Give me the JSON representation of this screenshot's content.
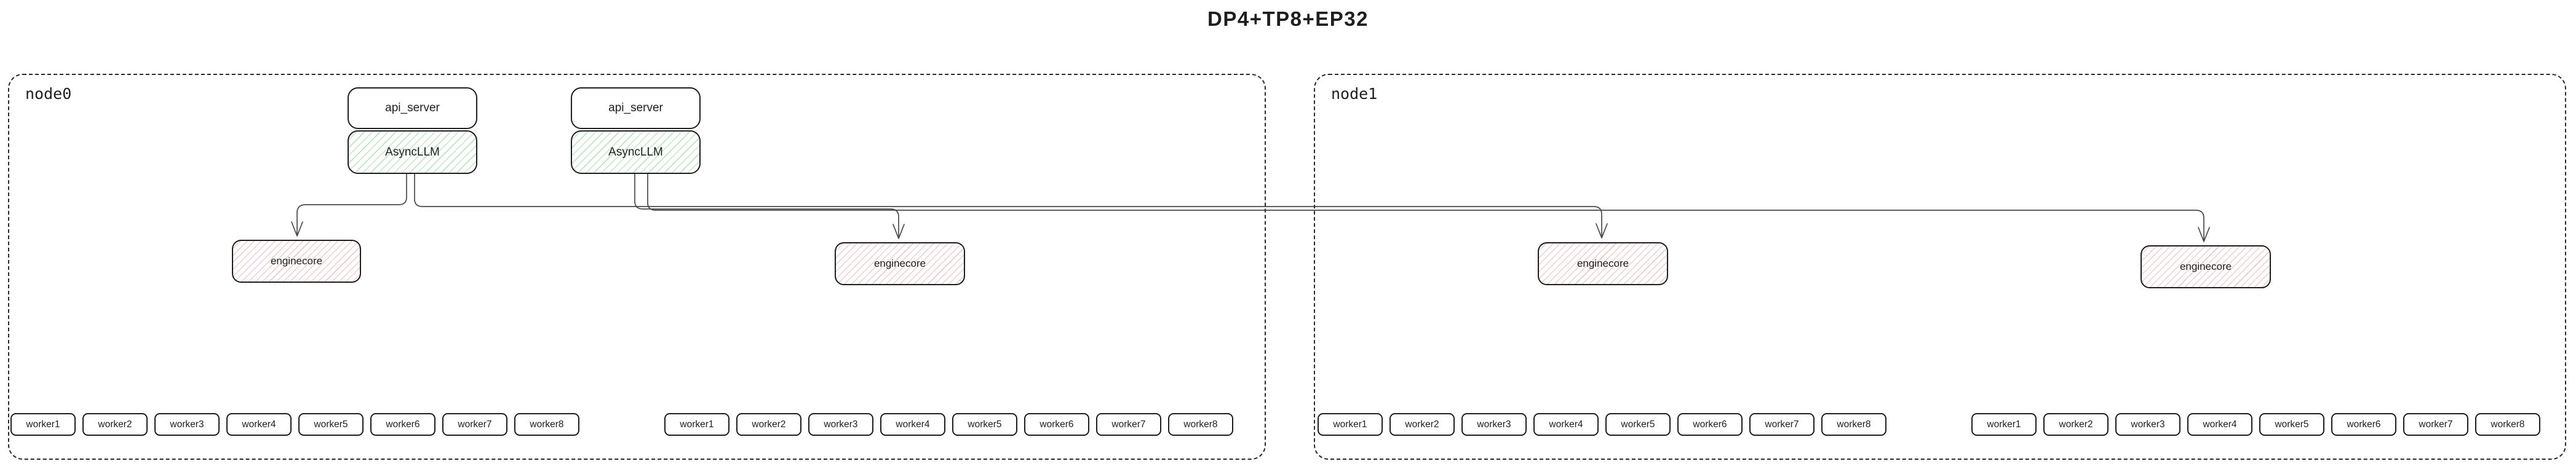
{
  "title": "DP4+TP8+EP32",
  "colors": {
    "stroke": "#1e1e1e",
    "connector": "#4a4a4a",
    "asyncllm_hatch": "#40c057",
    "enginecore_hatch": "#e03131",
    "background": "#ffffff"
  },
  "edges": [
    {
      "from": "AsyncLLM 1 (node0)",
      "to": "enginecore 1 (node0)"
    },
    {
      "from": "AsyncLLM 1 (node0)",
      "to": "enginecore 1 (node1)"
    },
    {
      "from": "AsyncLLM 2 (node0)",
      "to": "enginecore 2 (node0)"
    },
    {
      "from": "AsyncLLM 2 (node0)",
      "to": "enginecore 2 (node1)"
    }
  ],
  "nodes": [
    {
      "label": "node0",
      "servers": [
        {
          "api": "api_server",
          "llm": "AsyncLLM"
        },
        {
          "api": "api_server",
          "llm": "AsyncLLM"
        }
      ],
      "enginecores": [
        "enginecore",
        "enginecore"
      ],
      "worker_groups": [
        {
          "workers": [
            "worker1",
            "worker2",
            "worker3",
            "worker4",
            "worker5",
            "worker6",
            "worker7",
            "worker8"
          ]
        },
        {
          "workers": [
            "worker1",
            "worker2",
            "worker3",
            "worker4",
            "worker5",
            "worker6",
            "worker7",
            "worker8"
          ]
        }
      ]
    },
    {
      "label": "node1",
      "enginecores": [
        "enginecore",
        "enginecore"
      ],
      "worker_groups": [
        {
          "workers": [
            "worker1",
            "worker2",
            "worker3",
            "worker4",
            "worker5",
            "worker6",
            "worker7",
            "worker8"
          ]
        },
        {
          "workers": [
            "worker1",
            "worker2",
            "worker3",
            "worker4",
            "worker5",
            "worker6",
            "worker7",
            "worker8"
          ]
        }
      ]
    }
  ]
}
